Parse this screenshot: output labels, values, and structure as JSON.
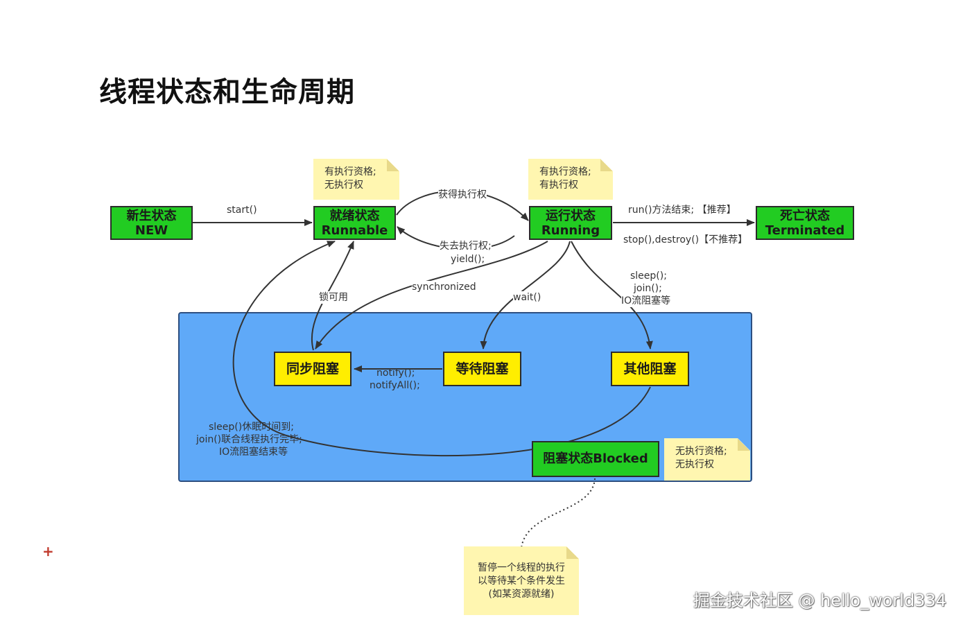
{
  "title": "线程状态和生命周期",
  "states": {
    "new": {
      "line1": "新生状态",
      "line2": "NEW"
    },
    "runnable": {
      "line1": "就绪状态",
      "line2": "Runnable"
    },
    "running": {
      "line1": "运行状态",
      "line2": "Running"
    },
    "terminated": {
      "line1": "死亡状态",
      "line2": "Terminated"
    },
    "sync_blocked": "同步阻塞",
    "wait_blocked": "等待阻塞",
    "other_blocked": "其他阻塞",
    "blocked": "阻塞状态Blocked"
  },
  "notes": {
    "runnable": {
      "line1": "有执行资格;",
      "line2": "无执行权"
    },
    "running": {
      "line1": "有执行资格;",
      "line2": "有执行权"
    },
    "blocked": {
      "line1": "无执行资格;",
      "line2": "无执行权"
    },
    "pause": {
      "line1": "暂停一个线程的执行",
      "line2": "以等待某个条件发生",
      "line3": "(如某资源就绪)"
    }
  },
  "labels": {
    "start": "start()",
    "get_exec": "获得执行权",
    "lose_exec": "失去执行权;",
    "yield": "yield();",
    "run_end": "run()方法结束; 【推荐】",
    "stop": "stop(),destroy()【不推荐】",
    "synchronized": "synchronized",
    "lock_available": "锁可用",
    "wait": "wait()",
    "sleep": "sleep();",
    "join": "join();",
    "io_block": "IO流阻塞等",
    "notify": "notify();",
    "notify_all": "notifyAll();",
    "wake1": "sleep()休眠时间到;",
    "wake2": "join()联合线程执行完毕;",
    "wake3": "IO流阻塞结束等"
  },
  "watermark": "掘金技术社区 @ hello_world334",
  "marker": "+",
  "colors": {
    "green": "#22cc22",
    "yellow": "#ffee00",
    "blue": "#5fa9f8",
    "note": "#fff6b0"
  }
}
